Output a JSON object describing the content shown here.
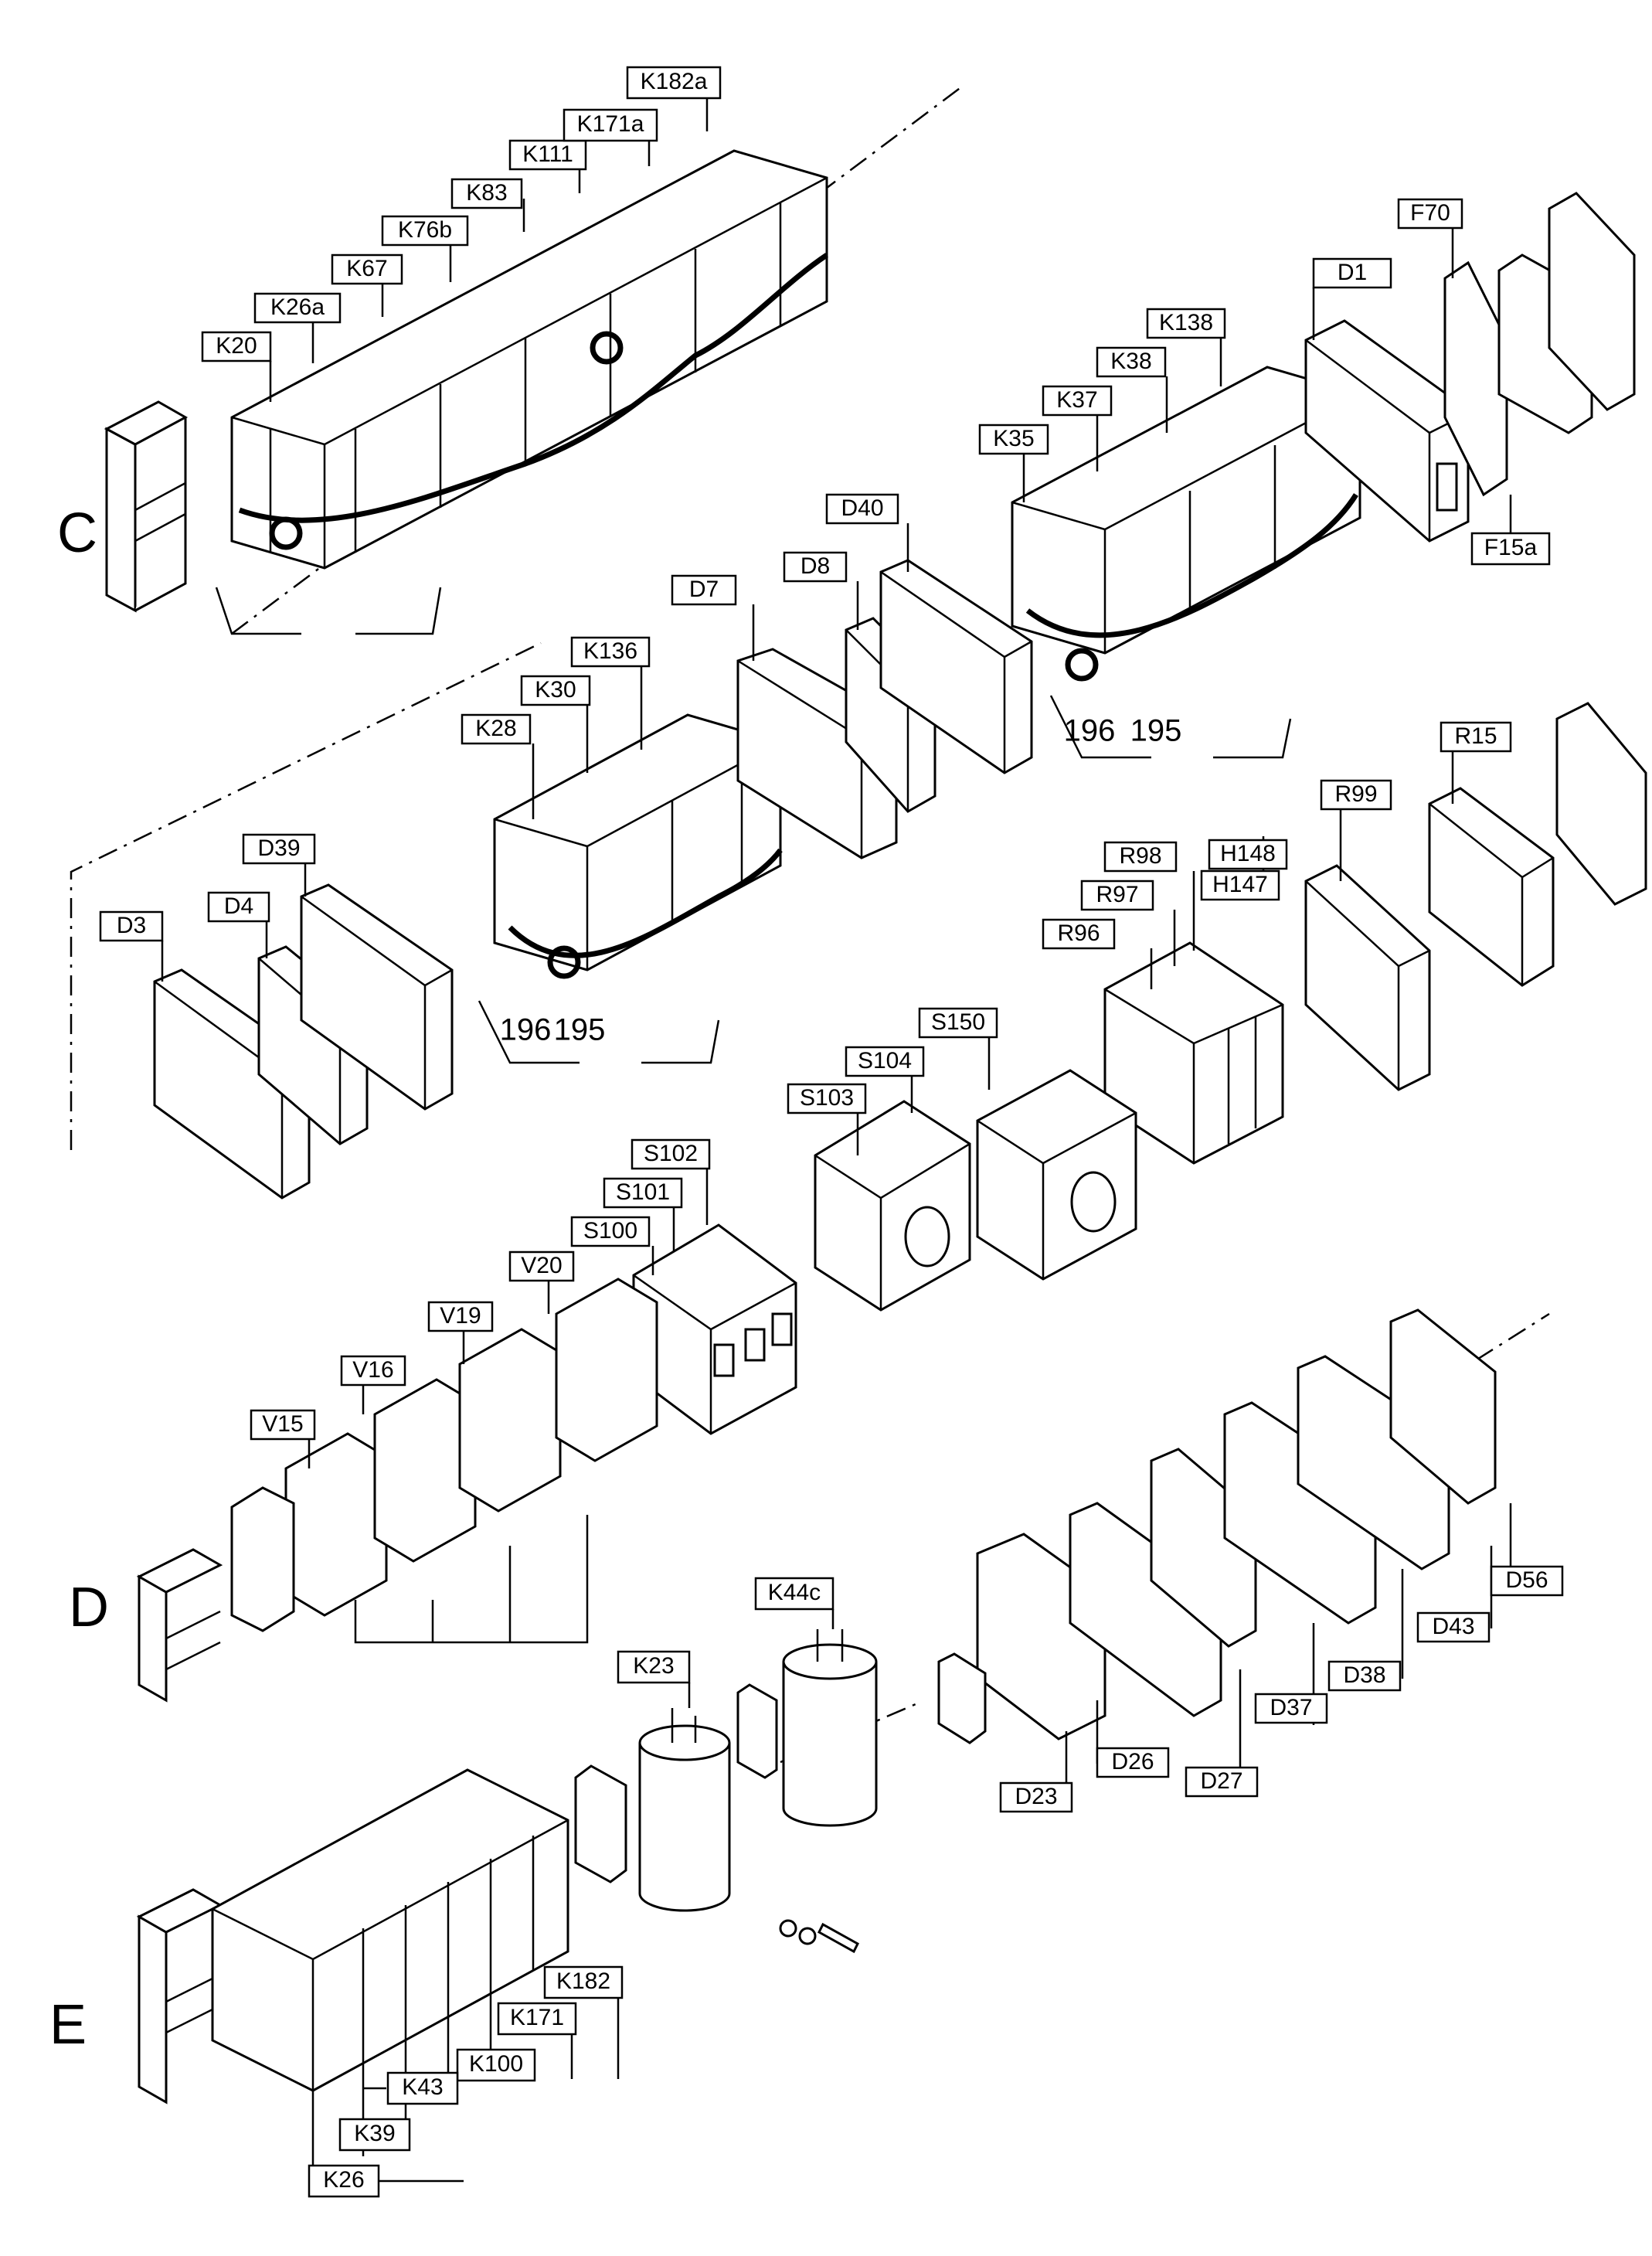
{
  "section_letters": [
    "C",
    "D",
    "E"
  ],
  "row_c_upper": [
    "K20",
    "K26a",
    "K67",
    "K76b",
    "K83",
    "K111",
    "K171a",
    "K182a"
  ],
  "row_c_right": [
    "D1",
    "F70",
    "F15a",
    "K35",
    "K37",
    "K38",
    "K138",
    "D40",
    "D8",
    "D7"
  ],
  "row_c_lower": [
    "K28",
    "K30",
    "K136",
    "D39",
    "D4",
    "D3"
  ],
  "row_r": [
    "R96",
    "R97",
    "R98",
    "R99",
    "R15",
    "H147",
    "H148"
  ],
  "row_s": [
    "S103",
    "S104",
    "S150",
    "S100",
    "S101",
    "S102"
  ],
  "row_v": [
    "V15",
    "V16",
    "V19",
    "V20"
  ],
  "row_d": [
    "D56",
    "D43",
    "D38",
    "D37",
    "D27",
    "D26",
    "D23"
  ],
  "row_e": [
    "K23",
    "K44c",
    "K182",
    "K171",
    "K100",
    "K43",
    "K39",
    "K26"
  ],
  "terminal_marks": [
    "196",
    "195",
    "196",
    "195"
  ]
}
